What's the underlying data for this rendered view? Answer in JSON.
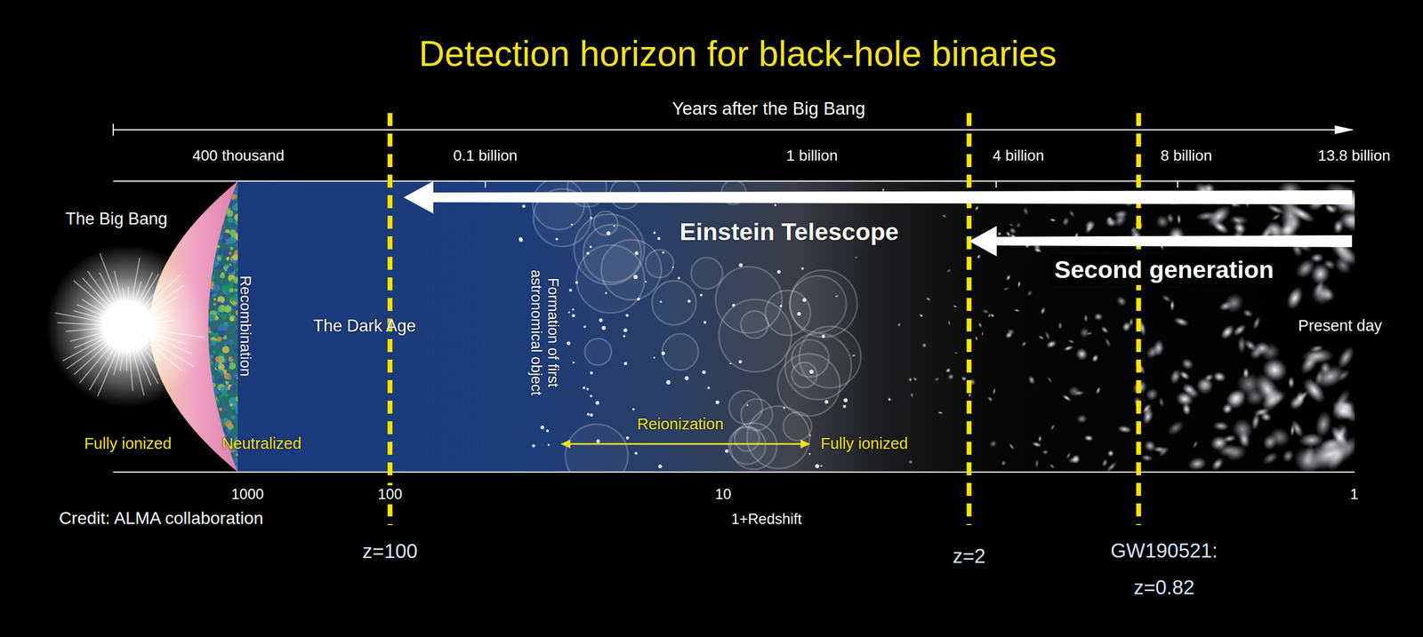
{
  "diagram": {
    "title": "Detection horizon for black-hole binaries",
    "labels": [
      "Years after the Big Bang",
      "400 thousand",
      "0.1 billion",
      "1 billion",
      "4 billion",
      "8 billion",
      "13.8 billion",
      "The Big Bang",
      "Recombination",
      "The Dark Age",
      "Formation of first astronomical object",
      "Einstein Telescope",
      "Second generation",
      "Present day",
      "Reionization",
      "Fully ionized",
      "Neutralized",
      "Fully ionized",
      "1000",
      "100",
      "10",
      "1+Redshift",
      "1",
      "Credit: ALMA collaboration",
      "z=100",
      "z=2",
      "GW190521: z=0.82"
    ]
  }
}
